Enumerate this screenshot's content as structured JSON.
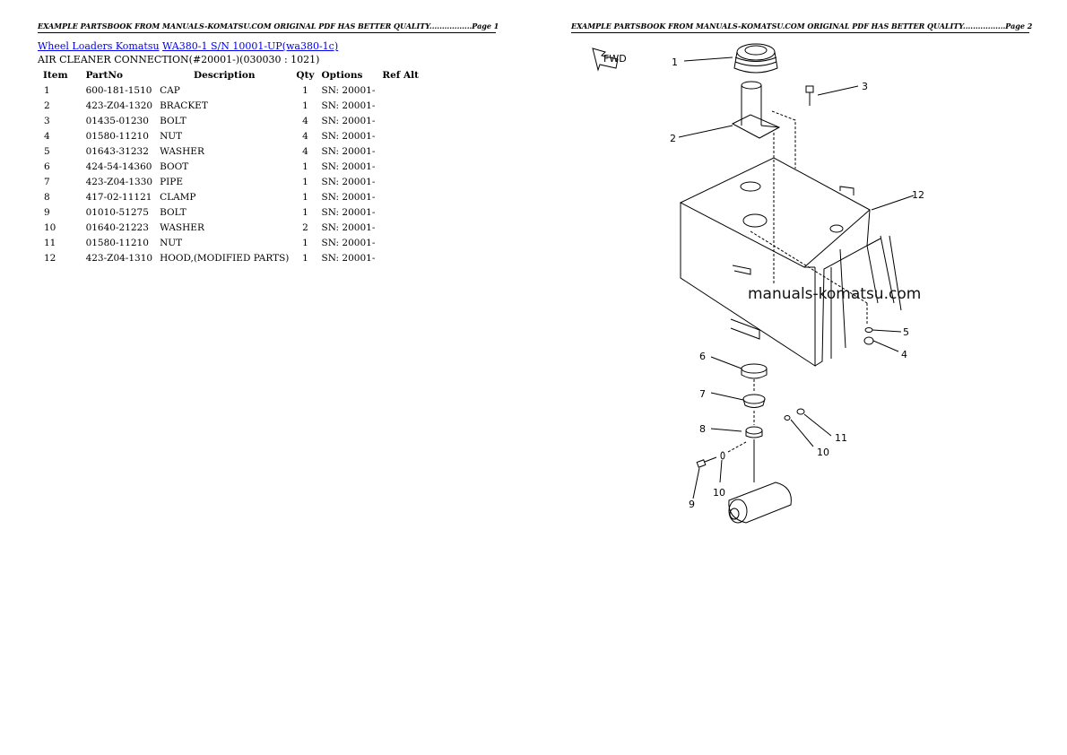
{
  "page_headers": [
    {
      "text": "EXAMPLE PARTSBOOK FROM MANUALS-KOMATSU.COM ORIGINAL PDF HAS BETTER QUALITY.................Page 1"
    },
    {
      "text": "EXAMPLE PARTSBOOK FROM MANUALS-KOMATSU.COM ORIGINAL PDF HAS BETTER QUALITY.................Page 2"
    }
  ],
  "breadcrumb": {
    "link1": "Wheel Loaders Komatsu",
    "link2": "WA380-1 S/N 10001-UP(wa380-1c)"
  },
  "section_title": "AIR CLEANER CONNECTION(#20001-)(030030 : 1021)",
  "table": {
    "headers": {
      "item": "Item",
      "partno": "PartNo",
      "description": "Description",
      "qty": "Qty",
      "options": "Options",
      "ref_alt": "Ref Alt"
    },
    "rows": [
      {
        "item": "1",
        "partno": "600-181-1510",
        "description": "CAP",
        "qty": "1",
        "options": "SN: 20001-",
        "ref_alt": ""
      },
      {
        "item": "2",
        "partno": "423-Z04-1320",
        "description": "BRACKET",
        "qty": "1",
        "options": "SN: 20001-",
        "ref_alt": ""
      },
      {
        "item": "3",
        "partno": "01435-01230",
        "description": "BOLT",
        "qty": "4",
        "options": "SN: 20001-",
        "ref_alt": ""
      },
      {
        "item": "4",
        "partno": "01580-11210",
        "description": "NUT",
        "qty": "4",
        "options": "SN: 20001-",
        "ref_alt": ""
      },
      {
        "item": "5",
        "partno": "01643-31232",
        "description": "WASHER",
        "qty": "4",
        "options": "SN: 20001-",
        "ref_alt": ""
      },
      {
        "item": "6",
        "partno": "424-54-14360",
        "description": "BOOT",
        "qty": "1",
        "options": "SN: 20001-",
        "ref_alt": ""
      },
      {
        "item": "7",
        "partno": "423-Z04-1330",
        "description": "PIPE",
        "qty": "1",
        "options": "SN: 20001-",
        "ref_alt": ""
      },
      {
        "item": "8",
        "partno": "417-02-11121",
        "description": "CLAMP",
        "qty": "1",
        "options": "SN: 20001-",
        "ref_alt": ""
      },
      {
        "item": "9",
        "partno": "01010-51275",
        "description": "BOLT",
        "qty": "1",
        "options": "SN: 20001-",
        "ref_alt": ""
      },
      {
        "item": "10",
        "partno": "01640-21223",
        "description": "WASHER",
        "qty": "2",
        "options": "SN: 20001-",
        "ref_alt": ""
      },
      {
        "item": "11",
        "partno": "01580-11210",
        "description": "NUT",
        "qty": "1",
        "options": "SN: 20001-",
        "ref_alt": ""
      },
      {
        "item": "12",
        "partno": "423-Z04-1310",
        "description": "HOOD,(MODIFIED PARTS)",
        "qty": "1",
        "options": "SN: 20001-",
        "ref_alt": ""
      }
    ]
  },
  "diagram": {
    "watermark": "manuals-komatsu.com",
    "callouts": [
      "1",
      "2",
      "3",
      "12",
      "5",
      "4",
      "6",
      "7",
      "8",
      "11",
      "10",
      "10",
      "9"
    ],
    "arrow_label": "FWD"
  }
}
